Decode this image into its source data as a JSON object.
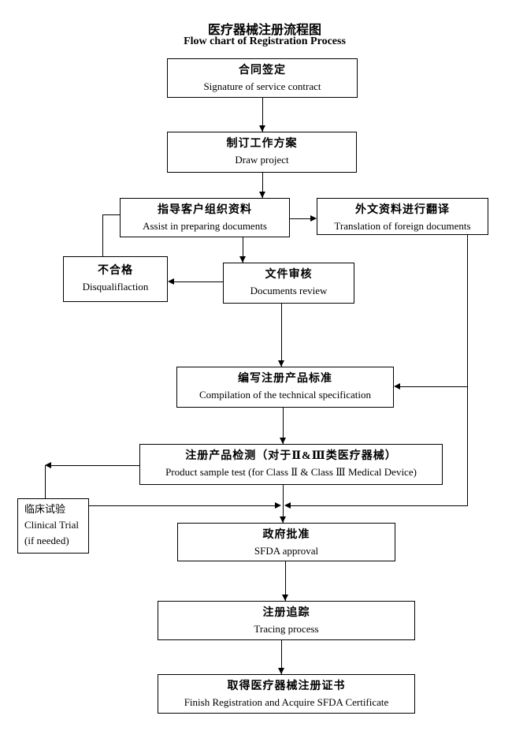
{
  "title": {
    "zh": "医疗器械注册流程图",
    "en": "Flow chart of Registration Process"
  },
  "nodes": [
    {
      "id": "contract",
      "zh": "合同签定",
      "en": "Signature of service contract"
    },
    {
      "id": "project",
      "zh": "制订工作方案",
      "en": "Draw project"
    },
    {
      "id": "assist",
      "zh": "指导客户组织资料",
      "en": "Assist in preparing documents"
    },
    {
      "id": "translate",
      "zh": "外文资料进行翻译",
      "en": "Translation of foreign documents"
    },
    {
      "id": "disqualified",
      "zh": "不合格",
      "en": "Disqualiflaction"
    },
    {
      "id": "review",
      "zh": "文件审核",
      "en": "Documents review"
    },
    {
      "id": "compile",
      "zh": "编写注册产品标准",
      "en": "Compilation of the technical specification"
    },
    {
      "id": "test",
      "zh": "注册产品检测（对于Ⅱ&Ⅲ类医疗器械）",
      "en": "Product sample test (for Class Ⅱ & Class Ⅲ Medical Device)"
    },
    {
      "id": "clinical",
      "lines": [
        "临床试验",
        "Clinical Trial",
        "(if needed)"
      ]
    },
    {
      "id": "approval",
      "zh": "政府批准",
      "en": "SFDA approval"
    },
    {
      "id": "tracing",
      "zh": "注册追踪",
      "en": "Tracing process"
    },
    {
      "id": "certificate",
      "zh": "取得医疗器械注册证书",
      "en": "Finish Registration and Acquire SFDA Certificate"
    }
  ],
  "edges": [
    {
      "from": "contract",
      "to": "project",
      "arrow": "down"
    },
    {
      "from": "project",
      "to": "assist",
      "arrow": "down"
    },
    {
      "from": "assist",
      "to": "translate",
      "arrow": "right"
    },
    {
      "from": "disqualified",
      "to": "assist",
      "arrow": "none"
    },
    {
      "from": "assist",
      "to": "review",
      "arrow": "down"
    },
    {
      "from": "review",
      "to": "disqualified",
      "arrow": "left"
    },
    {
      "from": "review",
      "to": "compile",
      "arrow": "down"
    },
    {
      "from": "translate",
      "to": "compile",
      "arrow": "left"
    },
    {
      "from": "translate",
      "to": "approval",
      "arrow": "left"
    },
    {
      "from": "compile",
      "to": "test",
      "arrow": "down"
    },
    {
      "from": "test",
      "to": "clinical",
      "arrow": "left"
    },
    {
      "from": "clinical",
      "to": "approval",
      "arrow": "right"
    },
    {
      "from": "test",
      "to": "approval",
      "arrow": "down"
    },
    {
      "from": "approval",
      "to": "tracing",
      "arrow": "down"
    },
    {
      "from": "tracing",
      "to": "certificate",
      "arrow": "down"
    }
  ],
  "colors": {
    "line": "#000000",
    "background": "#ffffff",
    "text": "#000000"
  }
}
